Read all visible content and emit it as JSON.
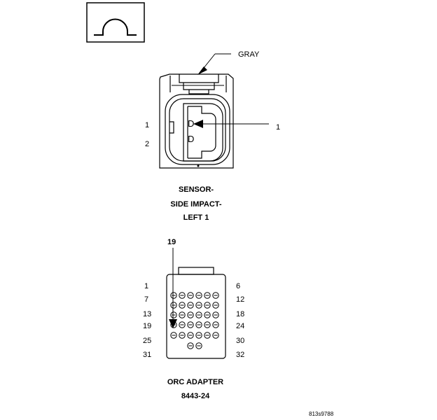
{
  "symbol": {
    "icon": "ohm-icon"
  },
  "sensor_connector": {
    "color_label": "GRAY",
    "pin_labels": [
      "1",
      "2"
    ],
    "callout_label": "1",
    "caption_lines": [
      "SENSOR-",
      "SIDE IMPACT-",
      "LEFT 1"
    ]
  },
  "orc_adapter": {
    "callout_label": "19",
    "left_pin_labels": [
      "1",
      "7",
      "13",
      "19",
      "25",
      "31"
    ],
    "right_pin_labels": [
      "6",
      "12",
      "18",
      "24",
      "30",
      "32"
    ],
    "caption_lines": [
      "ORC ADAPTER",
      "8443-24"
    ]
  },
  "figure_id": "813s9788"
}
